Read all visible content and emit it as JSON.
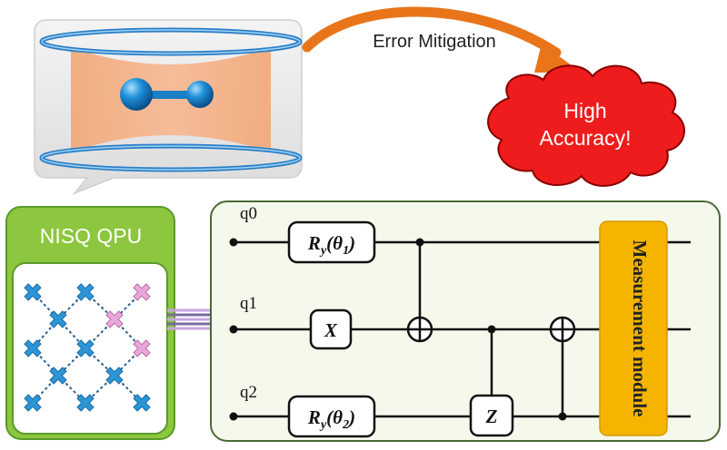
{
  "arrow_label": "Error Mitigation",
  "cloud": {
    "line1": "High",
    "line2": "Accuracy!"
  },
  "qpu": {
    "title": "NISQ QPU"
  },
  "circuit": {
    "qubits": [
      "q0",
      "q1",
      "q2"
    ],
    "gates": {
      "ry1": {
        "base": "R",
        "sub": "y",
        "arg": "(θ",
        "argsub": "1",
        "close": ")"
      },
      "x": "X",
      "ry2": {
        "base": "R",
        "sub": "y",
        "arg": "(θ",
        "argsub": "2",
        "close": ")"
      },
      "z": "Z"
    },
    "measurement": "Measurement module"
  },
  "colors": {
    "cloud_fill": "#ee1c1c",
    "arrow": "#e8751a",
    "qpu_green": "#8dc63f",
    "qpu_border": "#5a9a2a",
    "circuit_bg": "#f5f9ec",
    "circuit_border": "#4a6a35",
    "measurement_fill": "#f5b400",
    "qubit_blue": "#2b95d6",
    "qubit_pink": "#e8a8d8",
    "molecule": "#1e90d8",
    "ring": "#2a7ec6"
  }
}
